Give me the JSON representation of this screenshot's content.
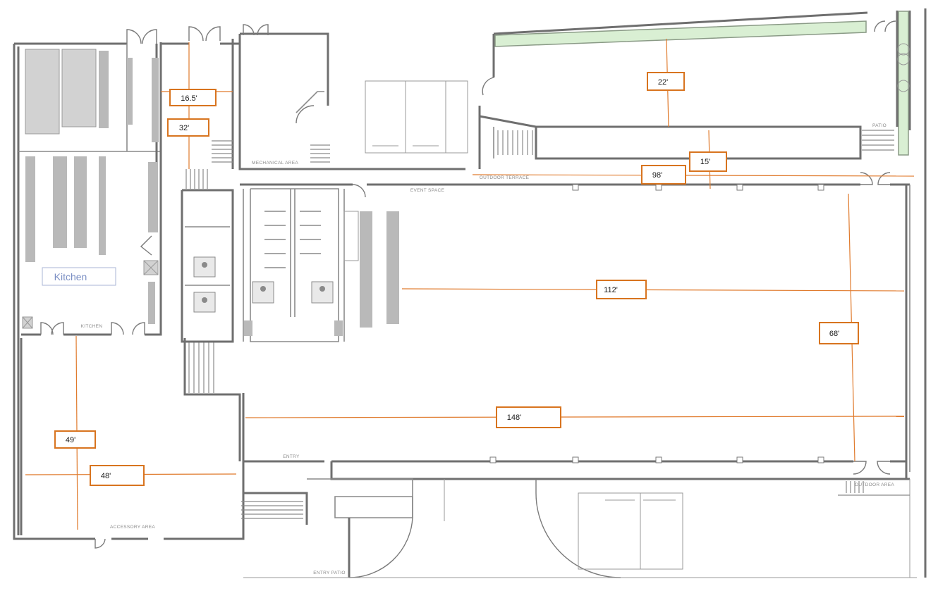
{
  "rooms": {
    "kitchen_label": "Kitchen",
    "kitchen_small": "KITCHEN",
    "mechanical": "MECHANICAL AREA",
    "outdoor_terrace": "OUTDOOR TERRACE",
    "event_space": "EVENT SPACE",
    "patio": "PATIO",
    "entry": "ENTRY",
    "outdoor_area": "OUTDOOR AREA",
    "accessory_area": "ACCESSORY AREA",
    "entry_patio": "ENTRY PATIO"
  },
  "dimensions": {
    "d_16_5": "16.5'",
    "d_32": "32'",
    "d_22": "22'",
    "d_15": "15'",
    "d_98": "98'",
    "d_112": "112'",
    "d_68": "68'",
    "d_148": "148'",
    "d_49": "49'",
    "d_48": "48'"
  },
  "colors": {
    "dimension_line": "#e07a2c",
    "dimension_box": "#d8741f",
    "walls": "#6f6f6f",
    "planter": "#d9efd3",
    "kitchen_label": "#7b8fc4"
  }
}
